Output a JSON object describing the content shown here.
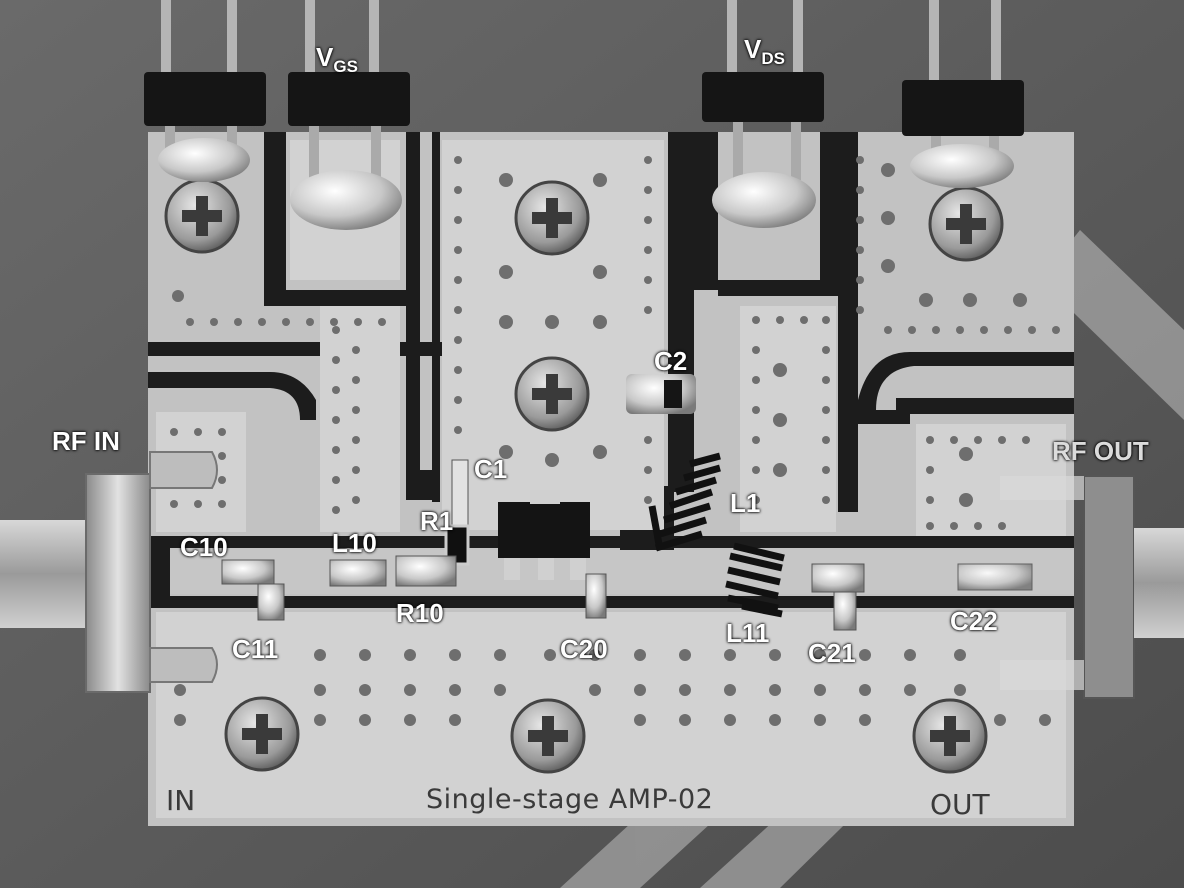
{
  "photo": {
    "subject": "single-stage RF amplifier PCB",
    "silkscreen": {
      "title": "Single-stage AMP-02",
      "in": "IN",
      "out": "OUT"
    },
    "callouts": {
      "vgs": {
        "main": "V",
        "sub": "GS"
      },
      "vds": {
        "main": "V",
        "sub": "DS"
      },
      "rf_in": "RF IN",
      "rf_out": "RF OUT",
      "c1": "C1",
      "c2": "C2",
      "r1": "R1",
      "l1": "L1",
      "c10": "C10",
      "l10": "L10",
      "r10": "R10",
      "c11": "C11",
      "c20": "C20",
      "l11": "L11",
      "c21": "C21",
      "c22": "C22"
    }
  },
  "colors": {
    "background": "#5a5a5a",
    "board": "#c4c4c4",
    "board_dark_gap": "#1c1c1c",
    "label": "#ffffff"
  }
}
